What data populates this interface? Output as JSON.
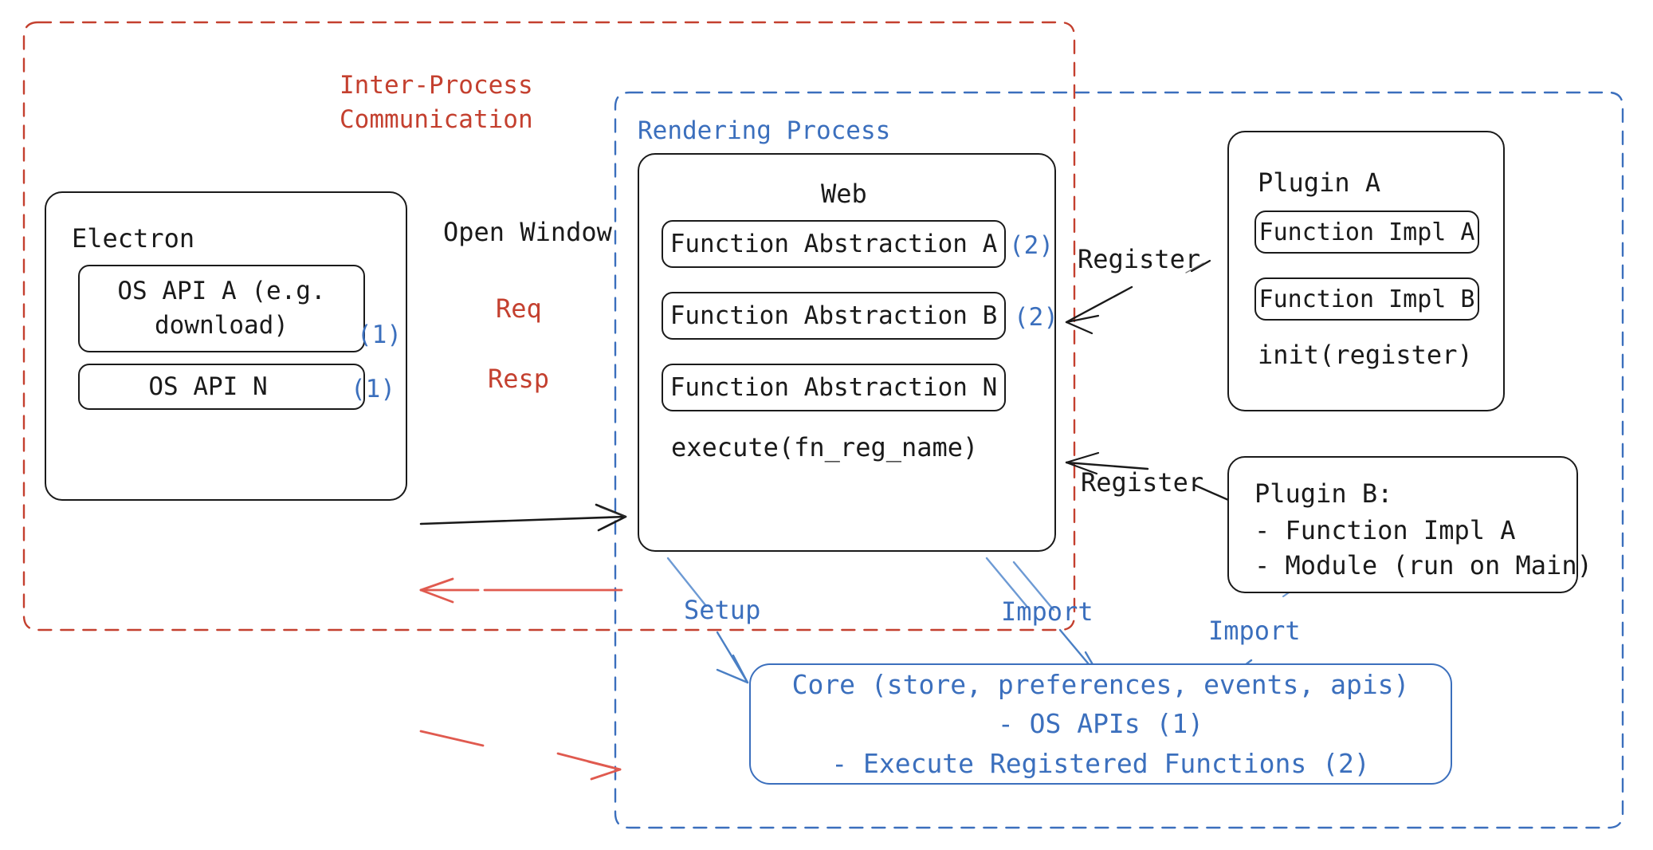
{
  "diagram": {
    "title_hidden": "",
    "boundaries": [
      {
        "name": "inter-process-communication",
        "label": "Inter-Process\nCommunication",
        "color": "#c4402f",
        "style": "dashed"
      },
      {
        "name": "rendering-process",
        "label": "Rendering Process",
        "color": "#3b6fbd",
        "style": "dashed"
      }
    ],
    "electron": {
      "title": "Electron",
      "apis": [
        {
          "label": "OS API A (e.g.\ndownload)",
          "marker": "(1)"
        },
        {
          "label": "OS API N",
          "marker": "(1)"
        }
      ]
    },
    "web": {
      "title": "Web",
      "abstractions": [
        {
          "label": "Function Abstraction A",
          "marker": "(2)"
        },
        {
          "label": "Function Abstraction B",
          "marker": "(2)"
        },
        {
          "label": "Function Abstraction N",
          "marker": ""
        }
      ],
      "execute": "execute(fn_reg_name)"
    },
    "plugin_a": {
      "title": "Plugin A",
      "impls": [
        "Function Impl A",
        "Function Impl B"
      ],
      "init": "init(register)"
    },
    "plugin_b": {
      "title": "Plugin B:",
      "items": [
        "- Function Impl A",
        "- Module (run on Main)"
      ]
    },
    "core": {
      "lines": [
        "Core (store, preferences, events, apis)",
        "- OS APIs (1)",
        "- Execute Registered Functions (2)"
      ]
    },
    "edges": [
      {
        "name": "open-window",
        "label": "Open Window",
        "color": "#1a1a1a"
      },
      {
        "name": "req",
        "label": "Req",
        "color": "#e05a4f"
      },
      {
        "name": "resp",
        "label": "Resp",
        "color": "#e05a4f"
      },
      {
        "name": "register-plugin-a",
        "label": "Register",
        "color": "#1a1a1a"
      },
      {
        "name": "register-plugin-b",
        "label": "Register",
        "color": "#1a1a1a"
      },
      {
        "name": "setup",
        "label": "Setup",
        "color": "#3b6fbd"
      },
      {
        "name": "import-web",
        "label": "Import",
        "color": "#3b6fbd"
      },
      {
        "name": "import-plugin-b",
        "label": "Import",
        "color": "#3b6fbd"
      }
    ],
    "colors": {
      "red": "#c4402f",
      "red_arrow": "#e05a4f",
      "blue": "#3b6fbd",
      "black": "#1a1a1a"
    }
  }
}
